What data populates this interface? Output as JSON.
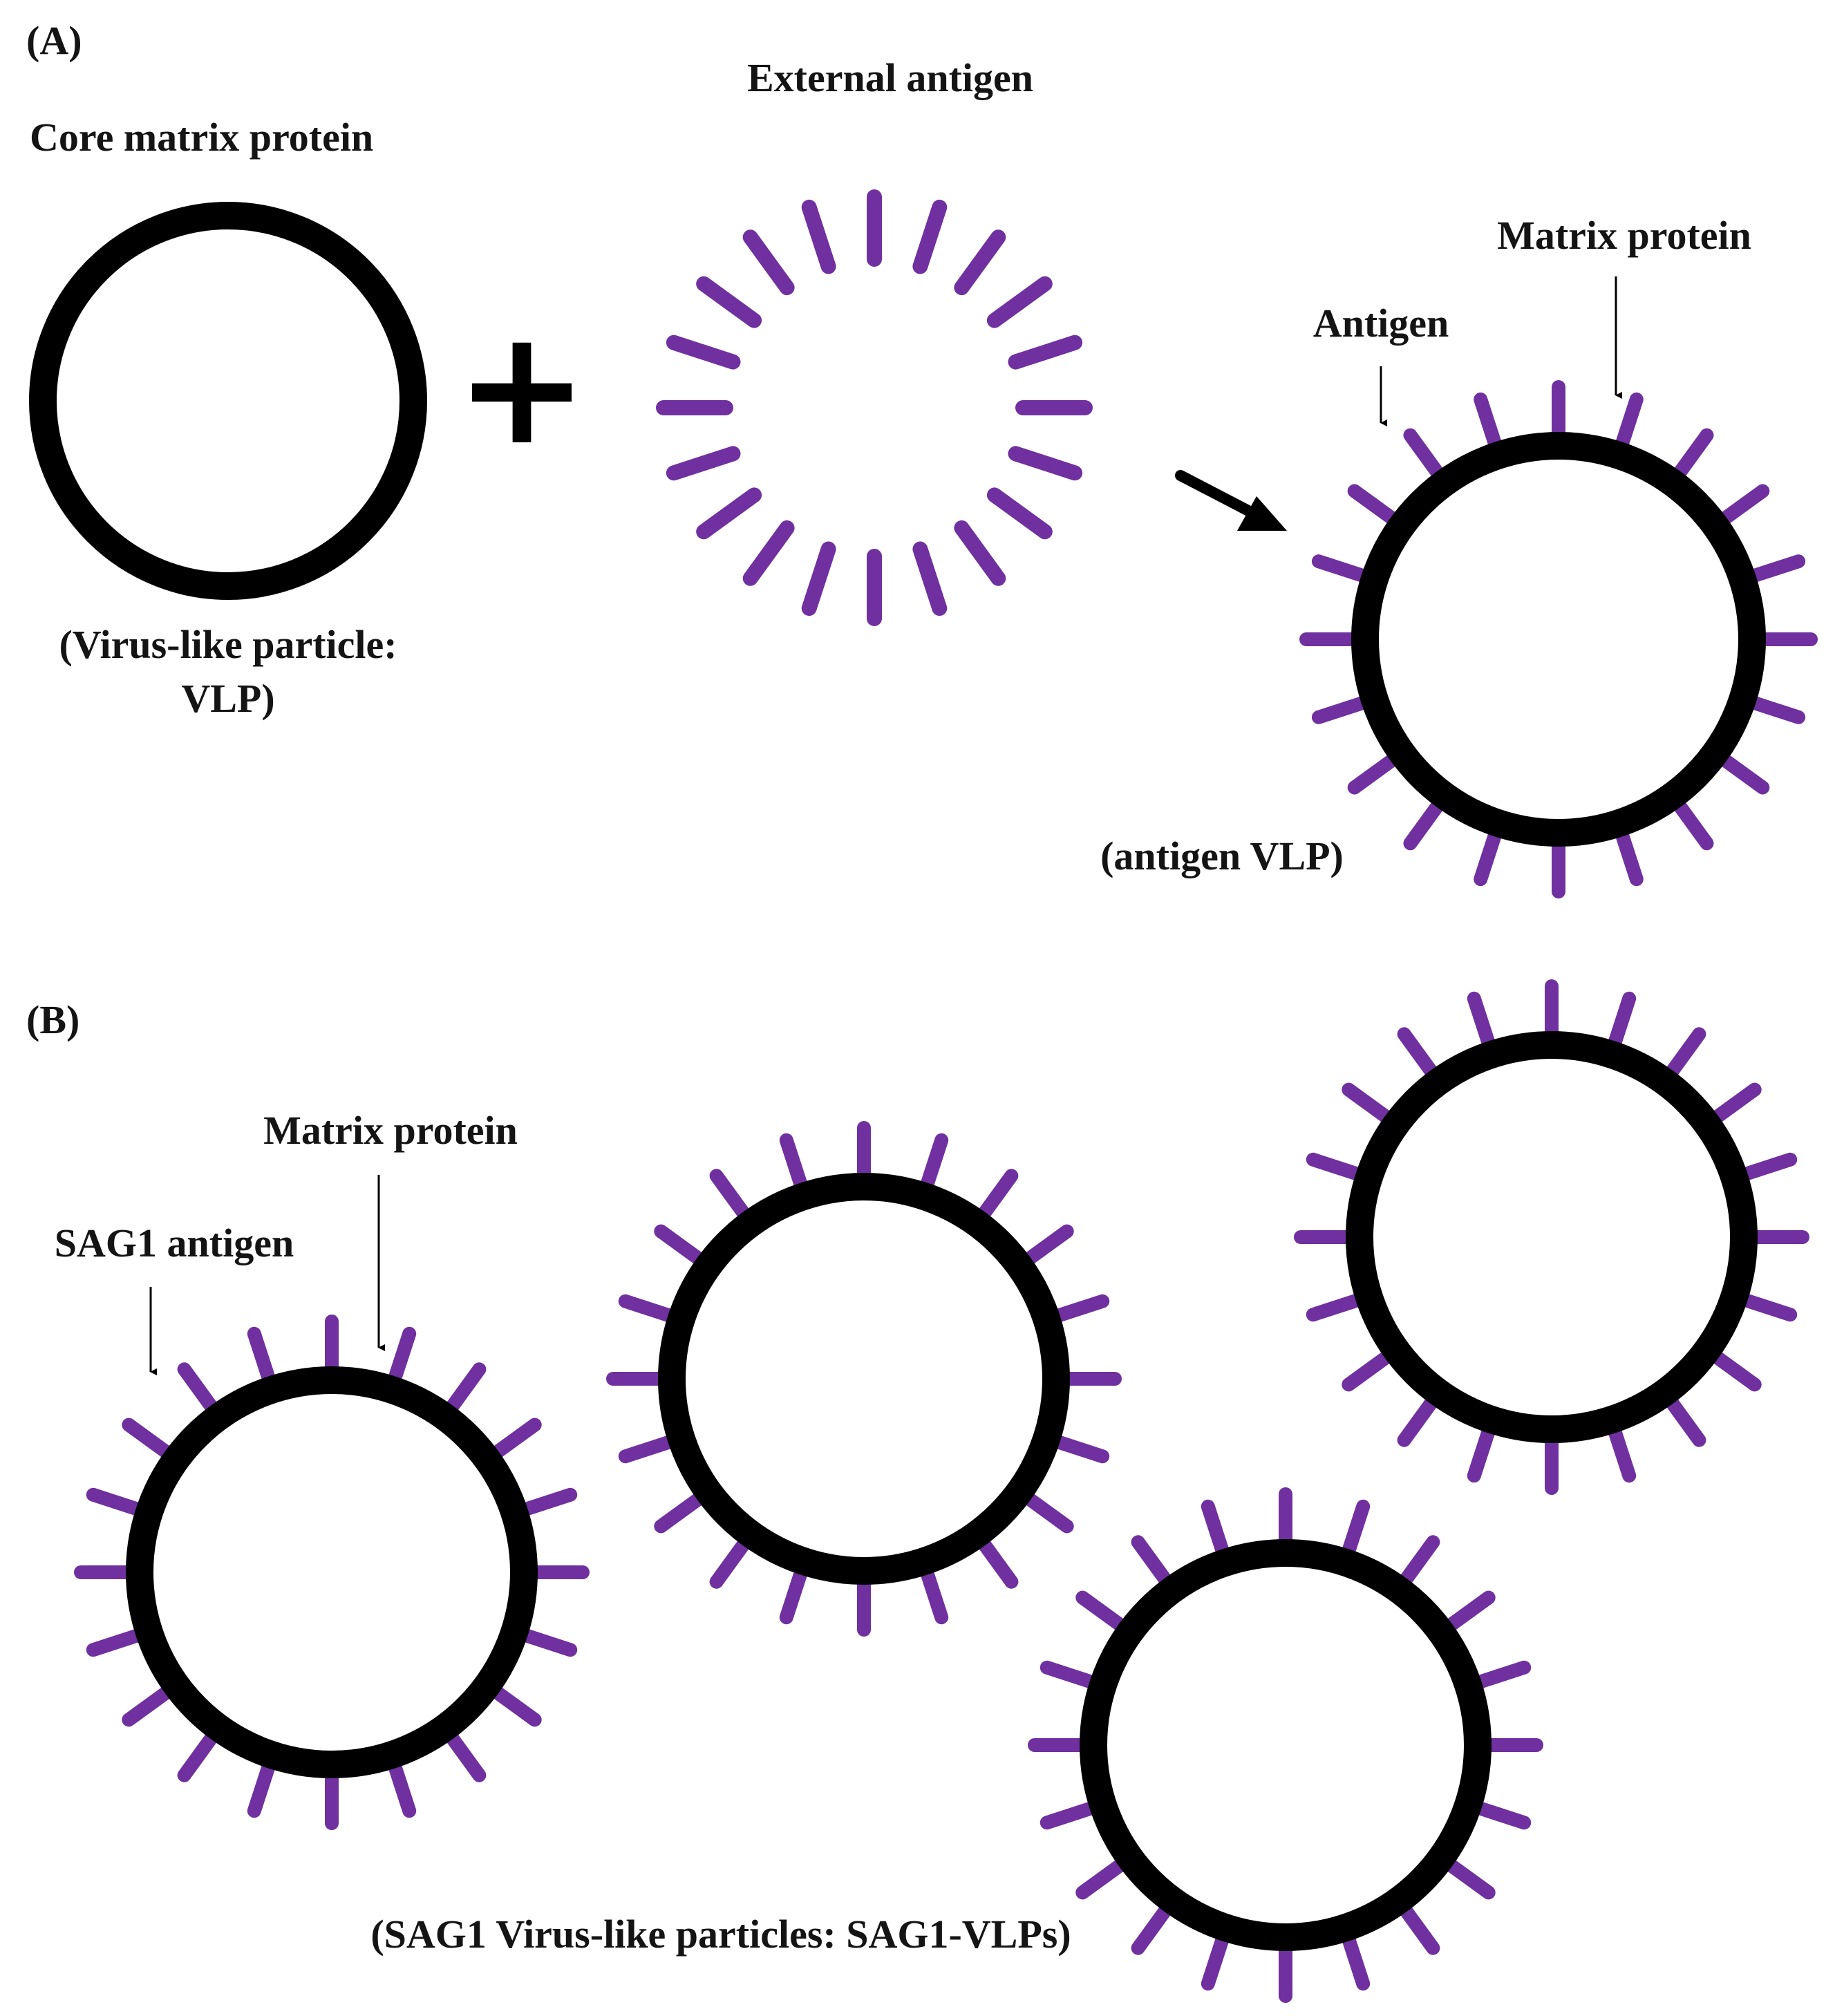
{
  "colors": {
    "membrane": "#000000",
    "antigen": "#7030A0",
    "background": "#ffffff"
  },
  "panel_a": {
    "label": "(A)",
    "core_label": "Core matrix protein",
    "vlp_label_line1": "(Virus-like particle:",
    "vlp_label_line2": "VLP)",
    "plus_symbol": "+",
    "external_antigen_label": "External antigen",
    "antigen_callout": "Antigen",
    "matrix_callout": "Matrix protein",
    "antigen_vlp_label": "(antigen VLP)"
  },
  "panel_b": {
    "label": "(B)",
    "matrix_callout": "Matrix protein",
    "sag1_callout": "SAG1 antigen",
    "caption": "(SAG1 Virus-like particles: SAG1-VLPs)"
  }
}
